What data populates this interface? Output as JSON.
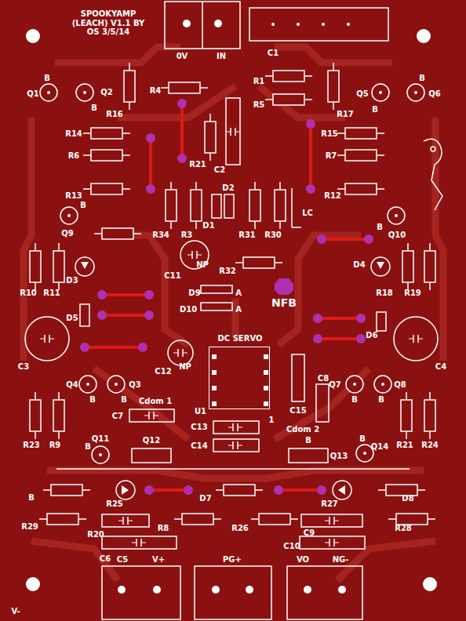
{
  "diagram": {
    "title": "SPOOKYAMP (LEACH) V1.1 BY OS 3/5/14",
    "nodes": [
      {
        "text": [
          "DC SERVO",
          "U1"
        ]
      }
    ],
    "labels": [
      "0V",
      "IN",
      "C1",
      "Q1",
      "B",
      "Q2",
      "B",
      "R16",
      "R4",
      "R1",
      "R5",
      "R17",
      "Q5",
      "B",
      "Q6",
      "B",
      "R14",
      "R6",
      "R21",
      "C2",
      "R15",
      "R7",
      "R13",
      "D2",
      "D1",
      "R12",
      "R34",
      "R3",
      "R31",
      "R30",
      "LC",
      "B",
      "Q9",
      "B",
      "Q10",
      "C11",
      "NP",
      "R32",
      "D3",
      "D4",
      "R10",
      "R11",
      "R18",
      "R19",
      "D9",
      "A",
      "D10",
      "A",
      "NFB",
      "D5",
      "D6",
      "C3",
      "C4",
      "C12",
      "NP",
      "Q4",
      "Q3",
      "Q7",
      "Q8",
      "B",
      "B",
      "B",
      "B",
      "Cdom 1",
      "C7",
      "1",
      "C15",
      "C8",
      "C13",
      "C14",
      "Cdom 2",
      "R23",
      "R9",
      "R21",
      "R24",
      "Q11",
      "B",
      "Q12",
      "B",
      "Q13",
      "B",
      "Q14",
      "B",
      "R25",
      "D7",
      "R27",
      "D8",
      "R29",
      "R8",
      "R26",
      "R28",
      "R20",
      "C9",
      "C10",
      "C6",
      "C5",
      "V+",
      "PG+",
      "VO",
      "NG-",
      "V-"
    ]
  }
}
